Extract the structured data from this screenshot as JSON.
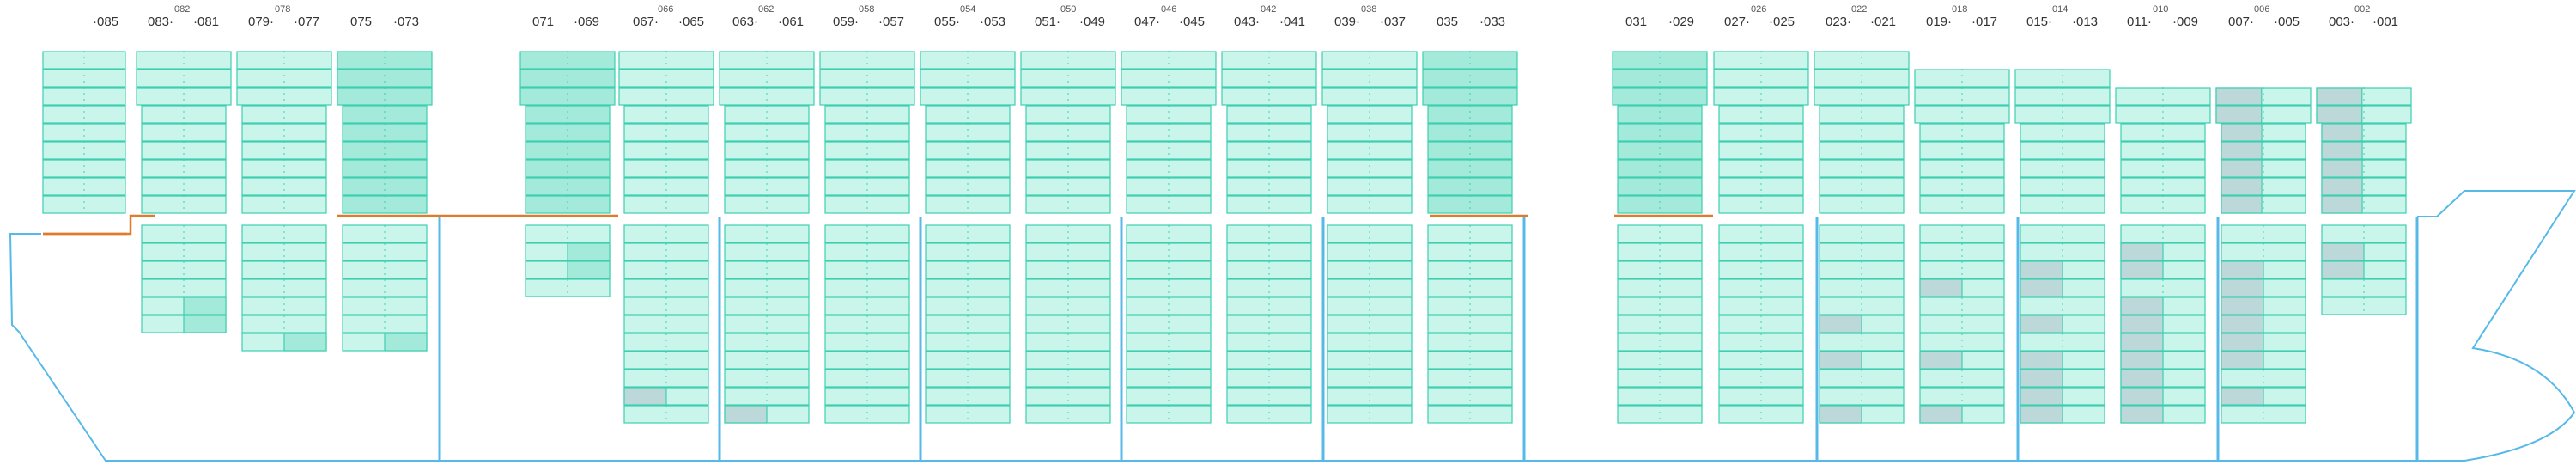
{
  "diagram": {
    "bay_labels": [
      "·085",
      "083·",
      "·081",
      "082",
      "079·",
      "·077",
      "078",
      "075",
      "·073",
      "071",
      "·069",
      "067·",
      "·065",
      "066",
      "063·",
      "·061",
      "062",
      "059·",
      "·057",
      "058",
      "055·",
      "·053",
      "054",
      "051·",
      "·049",
      "050",
      "047·",
      "·045",
      "046",
      "043·",
      "·041",
      "042",
      "039·",
      "·037",
      "038",
      "035",
      "·033",
      "031",
      "·029",
      "027·",
      "·025",
      "026",
      "023·",
      "·021",
      "022",
      "019·",
      "·017",
      "018",
      "015·",
      "·013",
      "014",
      "011·",
      "·009",
      "010",
      "007·",
      "·005",
      "006",
      "003·",
      "·001",
      "002"
    ]
  },
  "colors": {
    "slot_empty": "#c9f5eb",
    "slot_filled": "#a3eadb",
    "slot_grey": "#bcd8d8",
    "slot_border": "#3fcfb0",
    "hull": "#56b9e8",
    "hatch": "#e07b2a",
    "label": "#333333"
  }
}
